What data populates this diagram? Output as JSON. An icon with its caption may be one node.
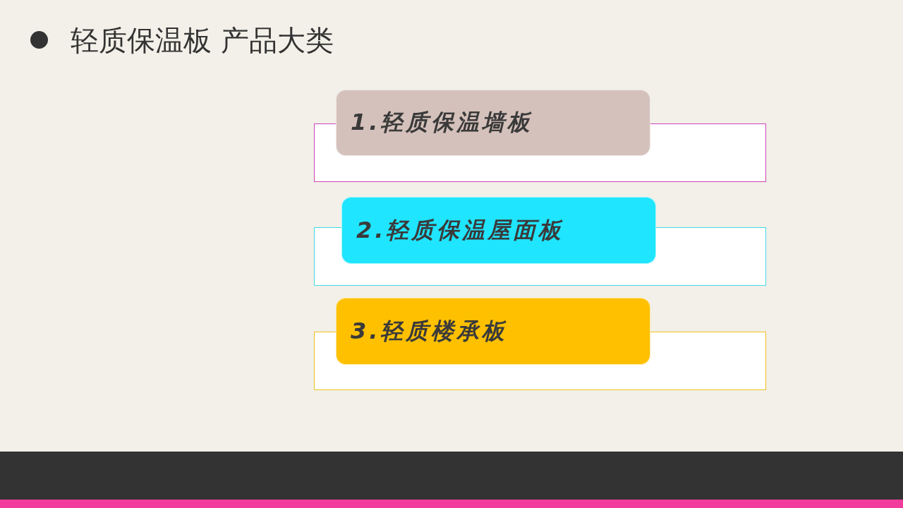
{
  "diagram": {
    "title": "轻质保温板 产品大类",
    "nodes": [
      {
        "text": [
          "1.轻质保温墙板"
        ]
      },
      {
        "text": [],
        "shape": "box"
      },
      {
        "text": [
          "2.轻质保温屋面板"
        ]
      },
      {
        "text": [],
        "shape": "box"
      },
      {
        "text": [
          "3.轻质楼承板"
        ]
      },
      {
        "text": [],
        "shape": "box"
      }
    ]
  }
}
